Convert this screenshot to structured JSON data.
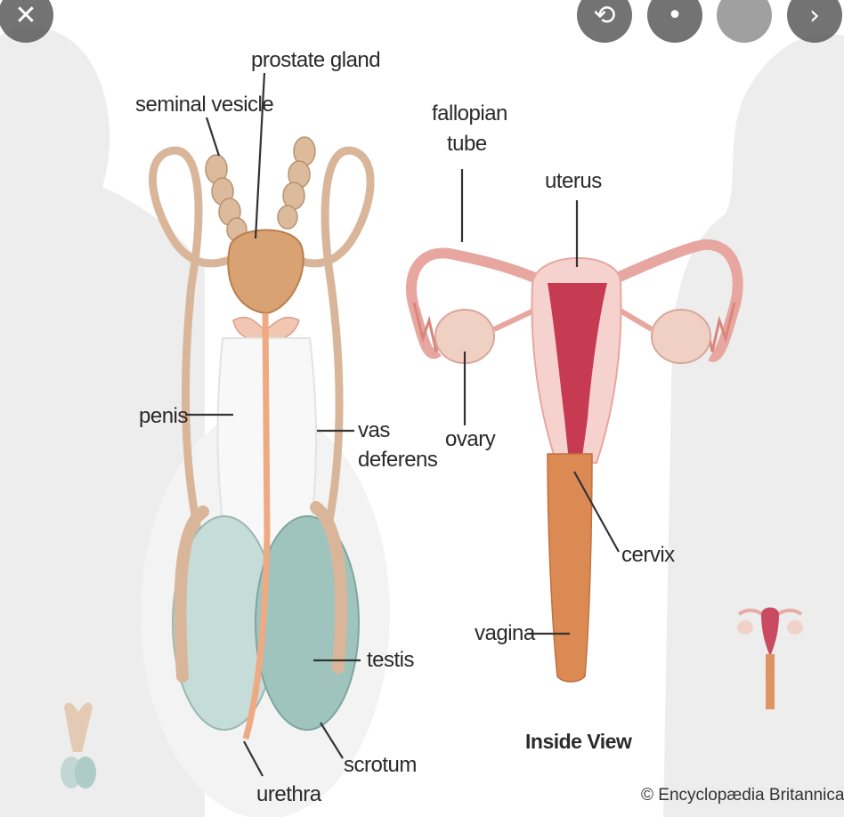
{
  "labels": {
    "prostate_gland": "prostate gland",
    "seminal_vesicle": "seminal vesicle",
    "penis": "penis",
    "vas_deferens_1": "vas",
    "vas_deferens_2": "deferens",
    "testis": "testis",
    "scrotum": "scrotum",
    "urethra": "urethra",
    "fallopian_1": "fallopian",
    "fallopian_2": "tube",
    "uterus": "uterus",
    "ovary": "ovary",
    "cervix": "cervix",
    "vagina": "vagina",
    "inside_view": "Inside View"
  },
  "credit": "© Encyclopædia Britannica, Inc.",
  "overlay_controls": [
    {
      "name": "close",
      "icon": "close-icon",
      "glyph": "✕"
    },
    {
      "name": "share",
      "icon": "share-icon",
      "glyph": "⟲"
    },
    {
      "name": "info",
      "icon": "info-icon",
      "glyph": "•"
    },
    {
      "name": "save",
      "icon": "bookmark-icon",
      "glyph": ""
    },
    {
      "name": "next",
      "icon": "chevron-right-icon",
      "glyph": "›"
    }
  ],
  "colors": {
    "silhouette": "#ececec",
    "prostate": "#d9a273",
    "duct": "#d9b69a",
    "testis": "#9fc4be",
    "uterus_outer": "#f6d2cf",
    "uterus_inner": "#c63a52",
    "vagina": "#dc8a54"
  }
}
